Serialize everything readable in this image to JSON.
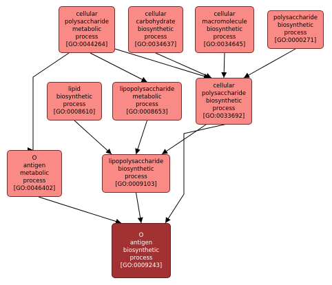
{
  "graph": {
    "colors": {
      "node_fill": "#fa8a85",
      "target_fill": "#a23232",
      "edge": "#000000"
    },
    "nodes": [
      {
        "key": "go0044264",
        "lines": [
          "cellular",
          "polysaccharide",
          "metabolic",
          "process"
        ],
        "id": "[GO:0044264]"
      },
      {
        "key": "go0034637",
        "lines": [
          "cellular",
          "carbohydrate",
          "biosynthetic",
          "process"
        ],
        "id": "[GO:0034637]"
      },
      {
        "key": "go0034645",
        "lines": [
          "cellular",
          "macromolecule",
          "biosynthetic",
          "process"
        ],
        "id": "[GO:0034645]"
      },
      {
        "key": "go0000271",
        "lines": [
          "polysaccharide",
          "biosynthetic",
          "process"
        ],
        "id": "[GO:0000271]"
      },
      {
        "key": "go0008610",
        "lines": [
          "lipid",
          "biosynthetic",
          "process"
        ],
        "id": "[GO:0008610]"
      },
      {
        "key": "go0008653",
        "lines": [
          "lipopolysaccharide",
          "metabolic",
          "process"
        ],
        "id": "[GO:0008653]"
      },
      {
        "key": "go0033692",
        "lines": [
          "cellular",
          "polysaccharide",
          "biosynthetic",
          "process"
        ],
        "id": "[GO:0033692]"
      },
      {
        "key": "go0046402",
        "lines": [
          "O",
          "antigen",
          "metabolic",
          "process"
        ],
        "id": "[GO:0046402]"
      },
      {
        "key": "go0009103",
        "lines": [
          "lipopolysaccharide",
          "biosynthetic",
          "process"
        ],
        "id": "[GO:0009103]"
      },
      {
        "key": "go0009243",
        "lines": [
          "O",
          "antigen",
          "biosynthetic",
          "process"
        ],
        "id": "[GO:0009243]"
      }
    ],
    "edges": [
      [
        "go0044264",
        "go0046402"
      ],
      [
        "go0044264",
        "go0008653"
      ],
      [
        "go0044264",
        "go0033692"
      ],
      [
        "go0034637",
        "go0033692"
      ],
      [
        "go0034645",
        "go0033692"
      ],
      [
        "go0000271",
        "go0033692"
      ],
      [
        "go0008610",
        "go0009103"
      ],
      [
        "go0008653",
        "go0009103"
      ],
      [
        "go0033692",
        "go0009103"
      ],
      [
        "go0033692",
        "go0009243"
      ],
      [
        "go0046402",
        "go0009243"
      ],
      [
        "go0009103",
        "go0009243"
      ]
    ]
  }
}
